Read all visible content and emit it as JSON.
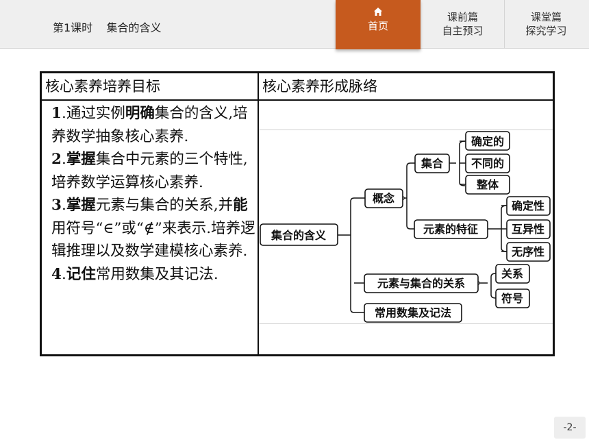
{
  "header": {
    "lesson_title": "第1课时    集合的含义",
    "nav": {
      "home_label": "首页",
      "pre_line1": "课前篇",
      "pre_line2": "自主预习",
      "class_line1": "课堂篇",
      "class_line2": "探究学习"
    },
    "accent_color": "#c65a1e"
  },
  "table": {
    "col1_header": "核心素养培养目标",
    "col2_header": "核心素养形成脉络",
    "goals": [
      {
        "num": "1",
        "sep": ".",
        "pre": "通过实例",
        "bold": "明确",
        "post": "集合的含义,培养数学抽象核心素养."
      },
      {
        "num": "2",
        "sep": ".",
        "pre": "",
        "bold": "掌握",
        "post": "集合中元素的三个特性,培养数学运算核心素养."
      },
      {
        "num": "3",
        "sep": ".",
        "pre": "",
        "bold": "掌握",
        "post": "元素与集合的关系,并",
        "bold2": "能",
        "post2": "用符号“∈”或“∉”来表示.培养逻辑推理以及数学建模核心素养."
      },
      {
        "num": "4",
        "sep": ".",
        "pre": "",
        "bold": "记住",
        "post": "常用数集及其记法."
      }
    ]
  },
  "diagram": {
    "root": "集合的含义",
    "concept": "概念",
    "set": "集合",
    "set_children": [
      "确定的",
      "不同的",
      "整体"
    ],
    "element_features": "元素的特征",
    "feature_children": [
      "确定性",
      "互异性",
      "无序性"
    ],
    "element_set_relation": "元素与集合的关系",
    "relation_children": [
      "关系",
      "符号"
    ],
    "common_sets": "常用数集及记法"
  },
  "footer": {
    "page_number": "-2-"
  }
}
